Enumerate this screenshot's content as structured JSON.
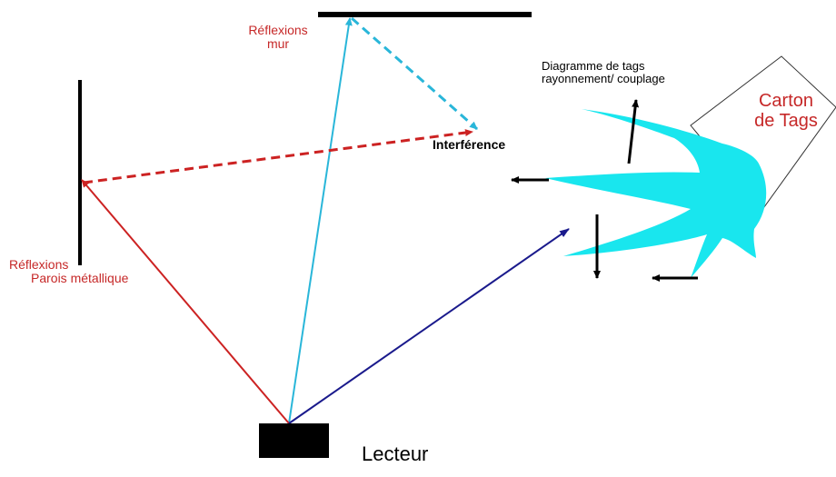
{
  "labels": {
    "reflexions_mur": [
      "Réflexions",
      "mur"
    ],
    "diagramme": [
      "Diagramme de tags",
      "rayonnement/ couplage"
    ],
    "carton": [
      "Carton",
      "de Tags"
    ],
    "interference": "Interférence",
    "reflexions_parois": [
      "Réflexions",
      "Parois métallique"
    ],
    "lecteur": "Lecteur"
  },
  "colors": {
    "cyan_ray": "#29b6d9",
    "red_ray": "#cc2222",
    "blue_ray": "#1a1a8c",
    "radiation": "#19e6ee",
    "reader": "#000000"
  },
  "icons": [
    "reader-device",
    "tag-carton-box",
    "radiation-pattern",
    "wall",
    "metal-wall"
  ]
}
